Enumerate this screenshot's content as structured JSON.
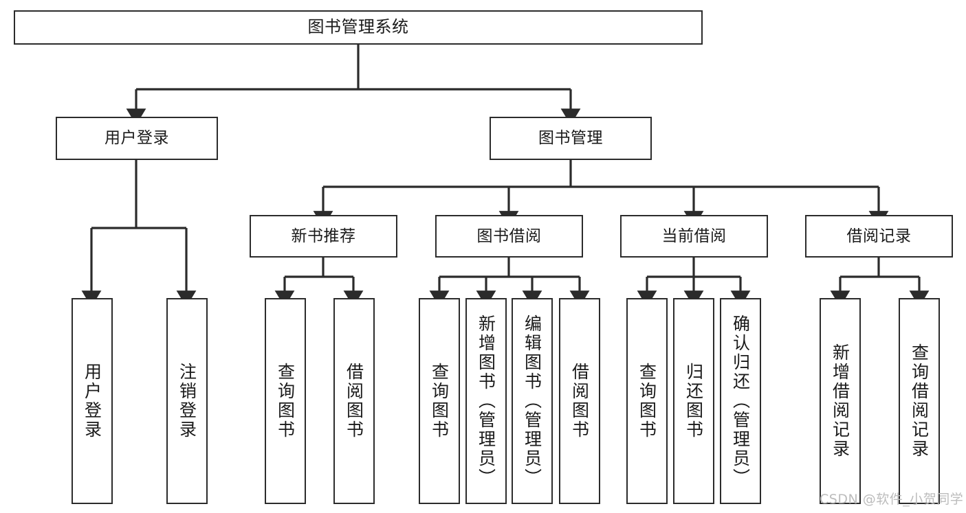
{
  "diagram": {
    "type": "tree-hierarchy",
    "title": "图书管理系统",
    "orientation": "top-down",
    "line_color": "#2b2b2b",
    "box_fill": "#ffffff",
    "text_color": "#1a1a1a",
    "watermark_color": "#bcbcbc",
    "nodes": {
      "root": {
        "label": "图书管理系统",
        "level": 0
      },
      "user_login": {
        "label": "用户登录",
        "level": 1
      },
      "book_manage": {
        "label": "图书管理",
        "level": 1
      },
      "new_book_rec": {
        "label": "新书推荐",
        "level": 2
      },
      "book_borrow": {
        "label": "图书借阅",
        "level": 2
      },
      "current_borrow": {
        "label": "当前借阅",
        "level": 2
      },
      "borrow_record": {
        "label": "借阅记录",
        "level": 2
      },
      "leaf_user_login": {
        "label": "用户登录",
        "level": 2,
        "parent": "user_login"
      },
      "leaf_logout": {
        "label": "注销登录",
        "level": 2,
        "parent": "user_login"
      },
      "leaf_query_book_1": {
        "label": "查询图书",
        "level": 3,
        "parent": "new_book_rec"
      },
      "leaf_borrow_book_1": {
        "label": "借阅图书",
        "level": 3,
        "parent": "new_book_rec"
      },
      "leaf_query_book_2": {
        "label": "查询图书",
        "level": 3,
        "parent": "book_borrow"
      },
      "leaf_add_book": {
        "label": "新增图书（管理员）",
        "level": 3,
        "parent": "book_borrow"
      },
      "leaf_edit_book": {
        "label": "编辑图书（管理员）",
        "level": 3,
        "parent": "book_borrow"
      },
      "leaf_borrow_book_2": {
        "label": "借阅图书",
        "level": 3,
        "parent": "book_borrow"
      },
      "leaf_query_book_3": {
        "label": "查询图书",
        "level": 3,
        "parent": "current_borrow"
      },
      "leaf_return_book": {
        "label": "归还图书",
        "level": 3,
        "parent": "current_borrow"
      },
      "leaf_confirm_return": {
        "label": "确认归还（管理员）",
        "level": 3,
        "parent": "current_borrow"
      },
      "leaf_add_record": {
        "label": "新增借阅记录",
        "level": 3,
        "parent": "borrow_record"
      },
      "leaf_query_record": {
        "label": "查询借阅记录",
        "level": 3,
        "parent": "borrow_record"
      }
    },
    "edges": [
      {
        "from": "root",
        "to": "user_login"
      },
      {
        "from": "root",
        "to": "book_manage"
      },
      {
        "from": "user_login",
        "to": "leaf_user_login"
      },
      {
        "from": "user_login",
        "to": "leaf_logout"
      },
      {
        "from": "book_manage",
        "to": "new_book_rec"
      },
      {
        "from": "book_manage",
        "to": "book_borrow"
      },
      {
        "from": "book_manage",
        "to": "current_borrow"
      },
      {
        "from": "book_manage",
        "to": "borrow_record"
      },
      {
        "from": "new_book_rec",
        "to": "leaf_query_book_1"
      },
      {
        "from": "new_book_rec",
        "to": "leaf_borrow_book_1"
      },
      {
        "from": "book_borrow",
        "to": "leaf_query_book_2"
      },
      {
        "from": "book_borrow",
        "to": "leaf_add_book"
      },
      {
        "from": "book_borrow",
        "to": "leaf_edit_book"
      },
      {
        "from": "book_borrow",
        "to": "leaf_borrow_book_2"
      },
      {
        "from": "current_borrow",
        "to": "leaf_query_book_3"
      },
      {
        "from": "current_borrow",
        "to": "leaf_return_book"
      },
      {
        "from": "current_borrow",
        "to": "leaf_confirm_return"
      },
      {
        "from": "borrow_record",
        "to": "leaf_add_record"
      },
      {
        "from": "borrow_record",
        "to": "leaf_query_record"
      }
    ],
    "watermark": "CSDN @软件_小贺同学"
  }
}
